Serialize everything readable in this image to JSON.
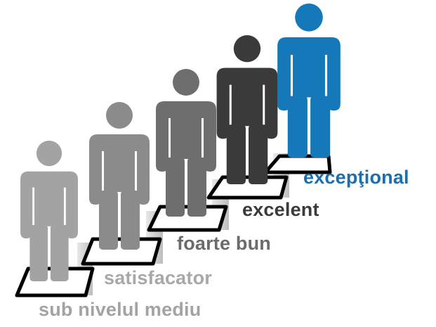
{
  "levels": [
    {
      "label": "sub nivelul mediu",
      "color": "#a3a3a3",
      "text_color": "#a3a3a3"
    },
    {
      "label": "satisfacator",
      "color": "#8b8b8b",
      "text_color": "#a8a8a8"
    },
    {
      "label": "foarte bun",
      "color": "#6e6e6e",
      "text_color": "#6b6b6b"
    },
    {
      "label": "excelent",
      "color": "#3a3a3a",
      "text_color": "#3a3a3a"
    },
    {
      "label": "excepţional",
      "color": "#1478b9",
      "text_color": "#1a6fb0"
    }
  ],
  "colors": {
    "step_face": "#d4d4d4",
    "step_outline": "#000000",
    "background": "#ffffff"
  }
}
